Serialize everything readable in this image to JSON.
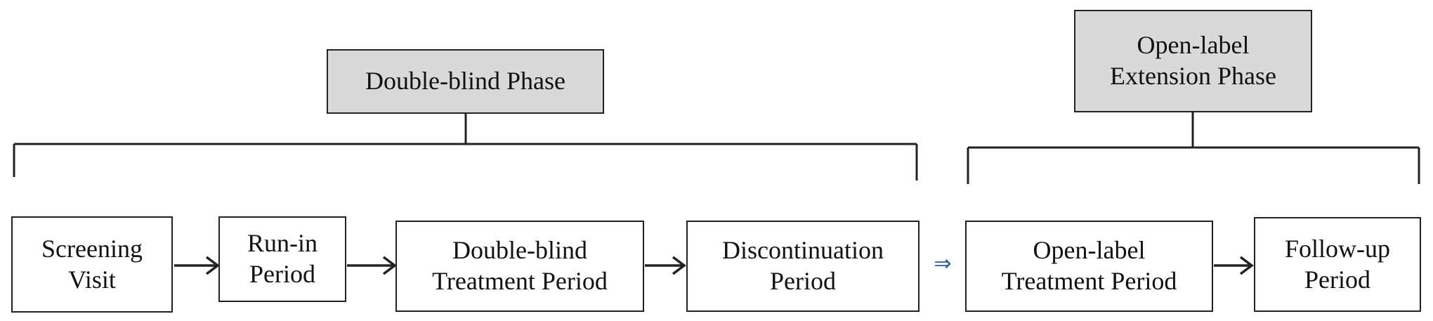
{
  "phases": {
    "double_blind": "Double-blind Phase",
    "open_label": [
      "Open-label",
      "Extension Phase"
    ]
  },
  "steps": [
    {
      "line1": "Screening",
      "line2": "Visit"
    },
    {
      "line1": "Run-in",
      "line2": "Period"
    },
    {
      "line1": "Double-blind",
      "line2": "Treatment Period"
    },
    {
      "line1": "Discontinuation",
      "line2": "Period"
    },
    {
      "line1": "Open-label",
      "line2": "Treatment Period"
    },
    {
      "line1": "Follow-up",
      "line2": "Period"
    }
  ],
  "transition_arrow": "⇒"
}
